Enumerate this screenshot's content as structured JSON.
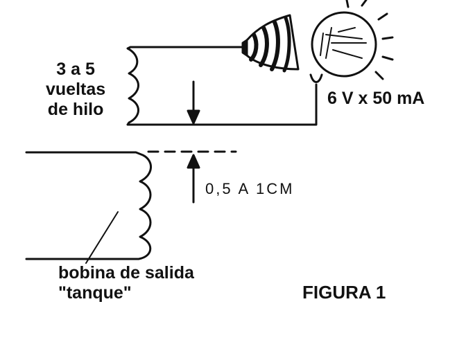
{
  "labels": {
    "turns_line1": "3 a 5",
    "turns_line2": "vueltas",
    "turns_line3": "de hilo",
    "lamp_rating": "6 V x 50 mA",
    "gap": "0,5 A 1CM",
    "output_coil_line1": "bobina de salida",
    "output_coil_line2": "\"tanque\"",
    "figure_caption": "FIGURA 1"
  },
  "colors": {
    "ink": "#111111",
    "background": "#ffffff"
  },
  "icons": {
    "lamp": "light-bulb-icon",
    "arrow_down": "arrow-down-icon",
    "arrow_up": "arrow-up-icon"
  }
}
